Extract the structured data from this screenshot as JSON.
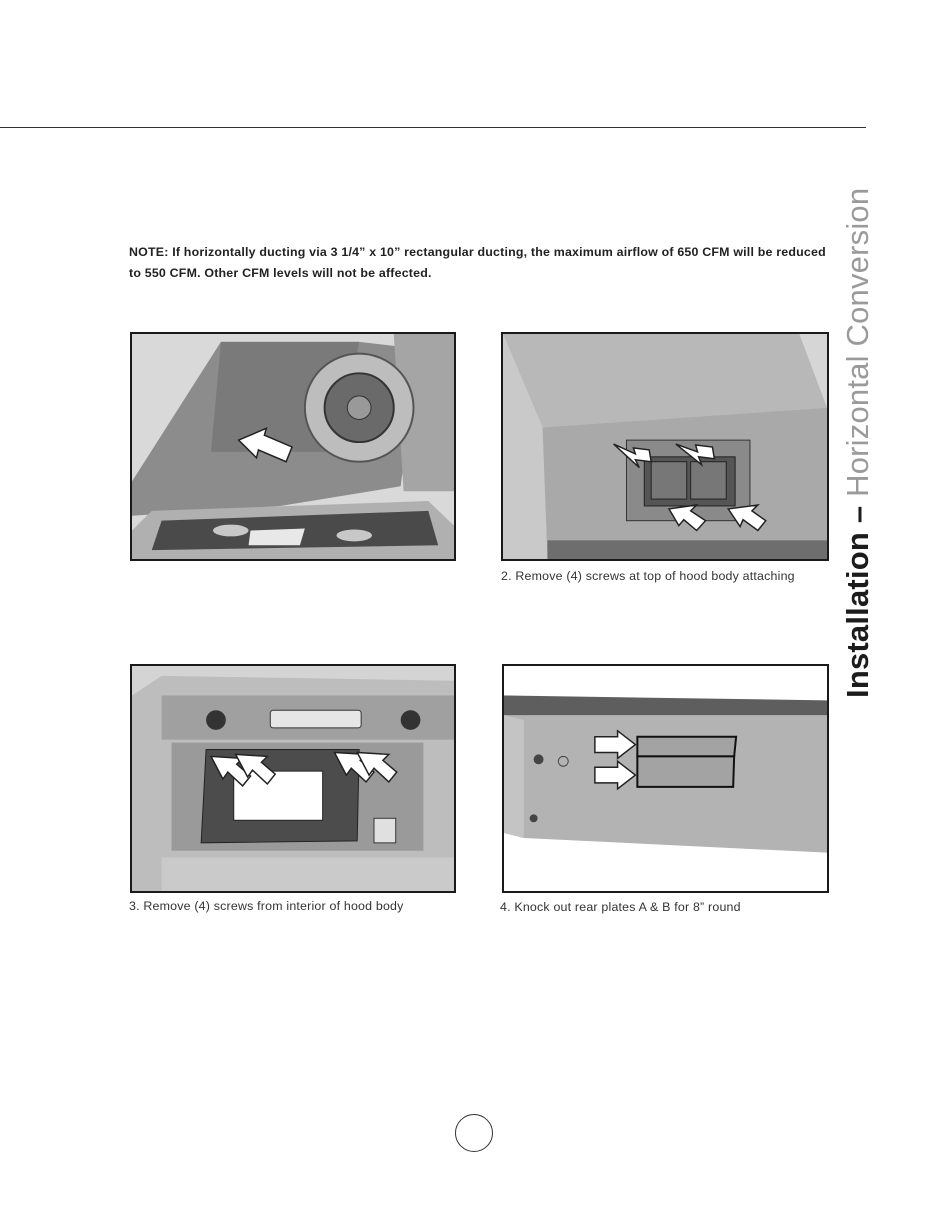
{
  "header": {
    "title_bold": "Installation –",
    "title_light": " Horizontal Conversion"
  },
  "note": {
    "text": "NOTE: If horizontally ducting via 3 1/4” x 10” rectangular ducting, the maximum airflow of 650 CFM will be reduced to 550 CFM. Other CFM levels will not be affected."
  },
  "steps": [
    {
      "caption": ""
    },
    {
      "caption": "2.  Remove (4) screws at top of hood body attaching"
    },
    {
      "caption": "3.   Remove (4) screws from interior of hood body"
    },
    {
      "caption": "4.   Knock out rear plates A & B for 8” round"
    }
  ],
  "colors": {
    "frame": "#1a1a1a",
    "title_dark": "#1c1c1c",
    "title_light": "#9a9a9a"
  }
}
